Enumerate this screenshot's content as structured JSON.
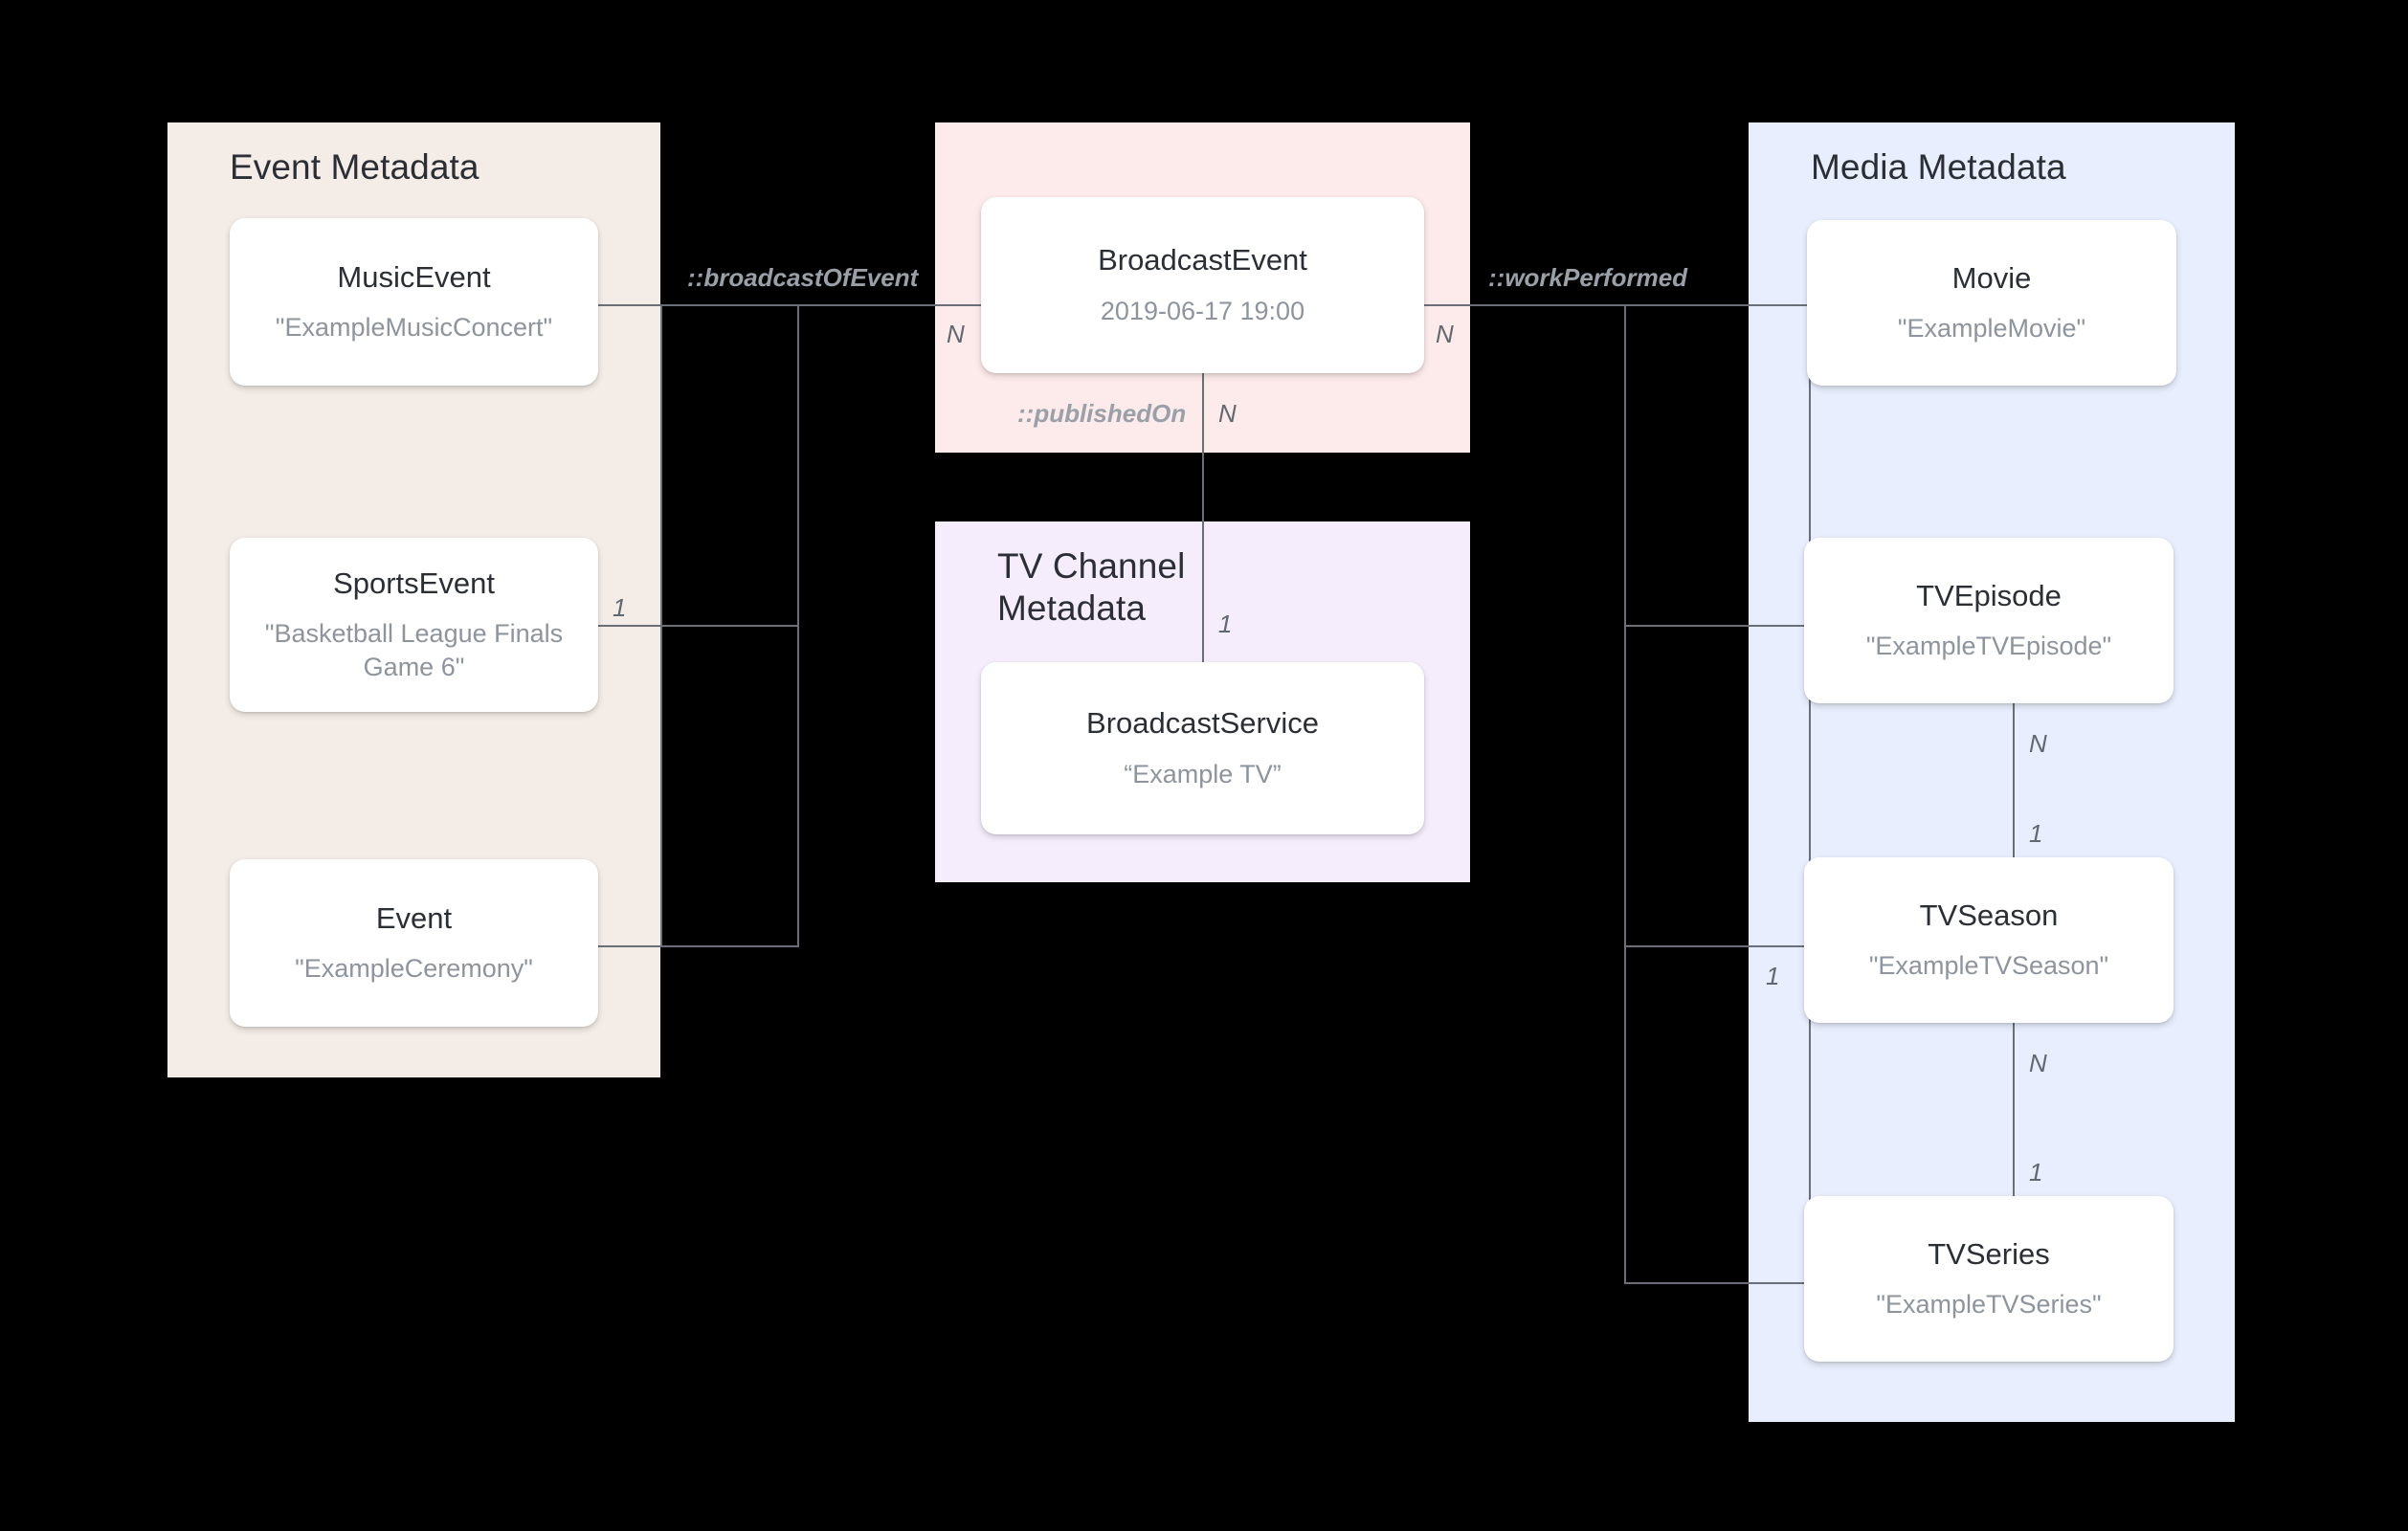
{
  "groups": {
    "event": {
      "title": "Event Metadata"
    },
    "broadcast": {
      "title": ""
    },
    "tv_channel": {
      "title": "TV Channel\nMetadata"
    },
    "media": {
      "title": "Media Metadata"
    }
  },
  "entities": {
    "music_event": {
      "type": "MusicEvent",
      "value": "\"ExampleMusicConcert\""
    },
    "sports_event": {
      "type": "SportsEvent",
      "value": "\"Basketball League Finals Game 6\""
    },
    "event": {
      "type": "Event",
      "value": "\"ExampleCeremony\""
    },
    "broadcast_event": {
      "type": "BroadcastEvent",
      "value": "2019-06-17 19:00"
    },
    "broadcast_service": {
      "type": "BroadcastService",
      "value": "“Example TV”"
    },
    "movie": {
      "type": "Movie",
      "value": "\"ExampleMovie\""
    },
    "tv_episode": {
      "type": "TVEpisode",
      "value": "\"ExampleTVEpisode\""
    },
    "tv_season": {
      "type": "TVSeason",
      "value": "\"ExampleTVSeason\""
    },
    "tv_series": {
      "type": "TVSeries",
      "value": "\"ExampleTVSeries\""
    }
  },
  "relations": {
    "broadcast_of_event": "::broadcastOfEvent",
    "work_performed": "::workPerformed",
    "published_on": "::publishedOn"
  },
  "multiplicities": {
    "sports_event_one": "1",
    "broadcast_event_left_n": "N",
    "broadcast_event_right_n": "N",
    "published_on_n": "N",
    "broadcast_service_one": "1",
    "tv_episode_n": "N",
    "tv_season_one_vertical": "1",
    "tv_season_one_left": "1",
    "tv_season_n": "N",
    "tv_series_one": "1"
  },
  "colors": {
    "event_group_bg": "#f4ece7",
    "broadcast_group_bg": "#fdeaea",
    "tv_channel_group_bg": "#f5edfc",
    "media_group_bg": "#e8eefd",
    "card_bg": "#ffffff",
    "line": "#6b7078",
    "type_text": "#2b2f35",
    "value_text": "#8e949e",
    "page_bg": "#000000"
  }
}
